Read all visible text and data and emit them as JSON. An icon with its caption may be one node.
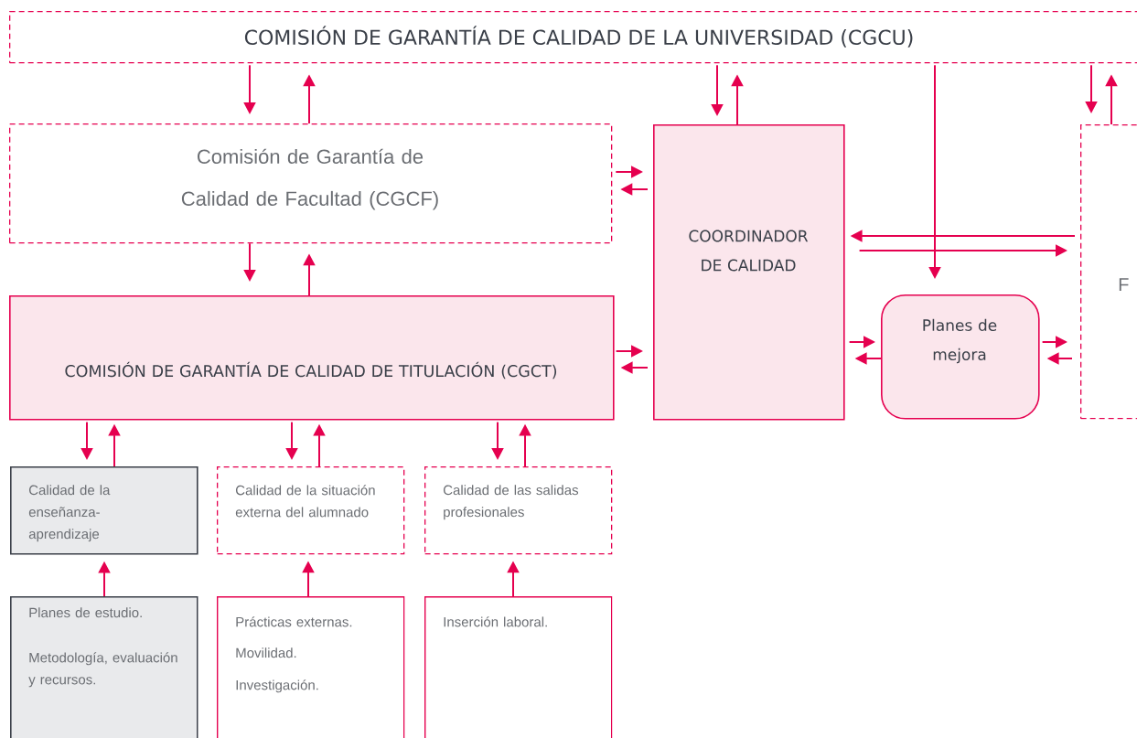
{
  "diagram": {
    "nodes": [
      {
        "text": [
          "COMISIÓN DE GARANTÍA DE CALIDAD DE LA UNIVERSIDAD (CGCU)"
        ]
      },
      {
        "text": [
          "Comisión de Garantía de Calidad de Facultad (CGCF)"
        ]
      },
      {
        "text": [
          "COORDINADOR DE CALIDAD"
        ]
      },
      {
        "text": [
          "F"
        ]
      },
      {
        "text": [
          "COMISIÓN DE GARANTÍA DE CALIDAD DE TITULACIÓN (CGCT)"
        ]
      },
      {
        "text": [
          "Planes de mejora"
        ]
      },
      {
        "text": [
          "Calidad de la enseñanza-aprendizaje"
        ]
      },
      {
        "text": [
          "Calidad de la situación externa del alumnado"
        ]
      },
      {
        "text": [
          "Calidad de las salidas profesionales"
        ]
      },
      {
        "text": [
          "Planes de estudio.",
          "Metodología, evaluación y recursos."
        ]
      },
      {
        "text": [
          "Prácticas externas.",
          "Movilidad.",
          "Investigación."
        ]
      },
      {
        "text": [
          "Inserción laboral."
        ]
      }
    ],
    "edges": [
      {
        "from": 0,
        "to": 1,
        "arrow": "to"
      },
      {
        "from": 1,
        "to": 0,
        "arrow": "to"
      },
      {
        "from": 0,
        "to": 2,
        "arrow": "to"
      },
      {
        "from": 2,
        "to": 0,
        "arrow": "to"
      },
      {
        "from": 0,
        "to": 3,
        "arrow": "to"
      },
      {
        "from": 3,
        "to": 0,
        "arrow": "to"
      },
      {
        "from": 0,
        "to": 5,
        "arrow": "to"
      },
      {
        "from": 1,
        "to": 2,
        "arrow": "to"
      },
      {
        "from": 2,
        "to": 1,
        "arrow": "to"
      },
      {
        "from": 1,
        "to": 4,
        "arrow": "to"
      },
      {
        "from": 4,
        "to": 1,
        "arrow": "to"
      },
      {
        "from": 4,
        "to": 2,
        "arrow": "to"
      },
      {
        "from": 2,
        "to": 4,
        "arrow": "to"
      },
      {
        "from": 3,
        "to": 2,
        "arrow": "to"
      },
      {
        "from": 2,
        "to": 3,
        "arrow": "to"
      },
      {
        "from": 2,
        "to": 5,
        "arrow": "to"
      },
      {
        "from": 5,
        "to": 2,
        "arrow": "to"
      },
      {
        "from": 5,
        "to": 3,
        "arrow": "to"
      },
      {
        "from": 3,
        "to": 5,
        "arrow": "to"
      },
      {
        "from": 4,
        "to": 6,
        "arrow": "to"
      },
      {
        "from": 6,
        "to": 4,
        "arrow": "to"
      },
      {
        "from": 4,
        "to": 7,
        "arrow": "to"
      },
      {
        "from": 7,
        "to": 4,
        "arrow": "to"
      },
      {
        "from": 4,
        "to": 8,
        "arrow": "to"
      },
      {
        "from": 8,
        "to": 4,
        "arrow": "to"
      },
      {
        "from": 9,
        "to": 6,
        "arrow": "to"
      },
      {
        "from": 10,
        "to": 7,
        "arrow": "to"
      },
      {
        "from": 11,
        "to": 8,
        "arrow": "to"
      }
    ]
  }
}
